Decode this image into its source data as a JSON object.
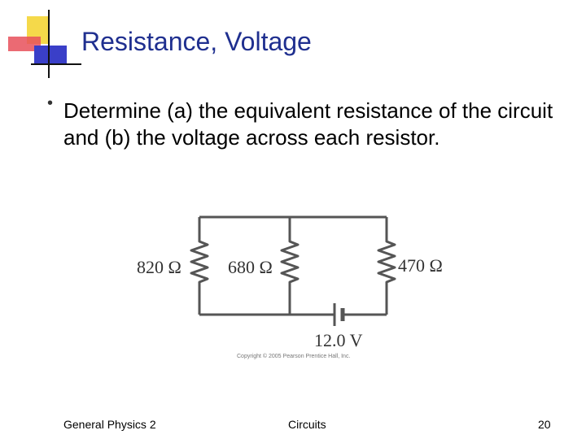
{
  "slide": {
    "title": "Resistance, Voltage",
    "bullet_glyph": "•",
    "body": "Determine (a) the equivalent resistance of the circuit and (b) the voltage across each resistor."
  },
  "circuit": {
    "resistor_labels": [
      "820 Ω",
      "680 Ω",
      "470 Ω"
    ],
    "battery_label": "12.0 V",
    "copyright": "Copyright © 2005 Pearson Prentice Hall, Inc."
  },
  "footer": {
    "left": "General Physics 2",
    "center": "Circuits",
    "page_number": "20"
  },
  "colors": {
    "title": "#1f2f8f",
    "logo_yellow": "#f5d94a",
    "logo_red": "#e8505b",
    "logo_blue": "#3a3fc8",
    "wire": "#555555"
  }
}
